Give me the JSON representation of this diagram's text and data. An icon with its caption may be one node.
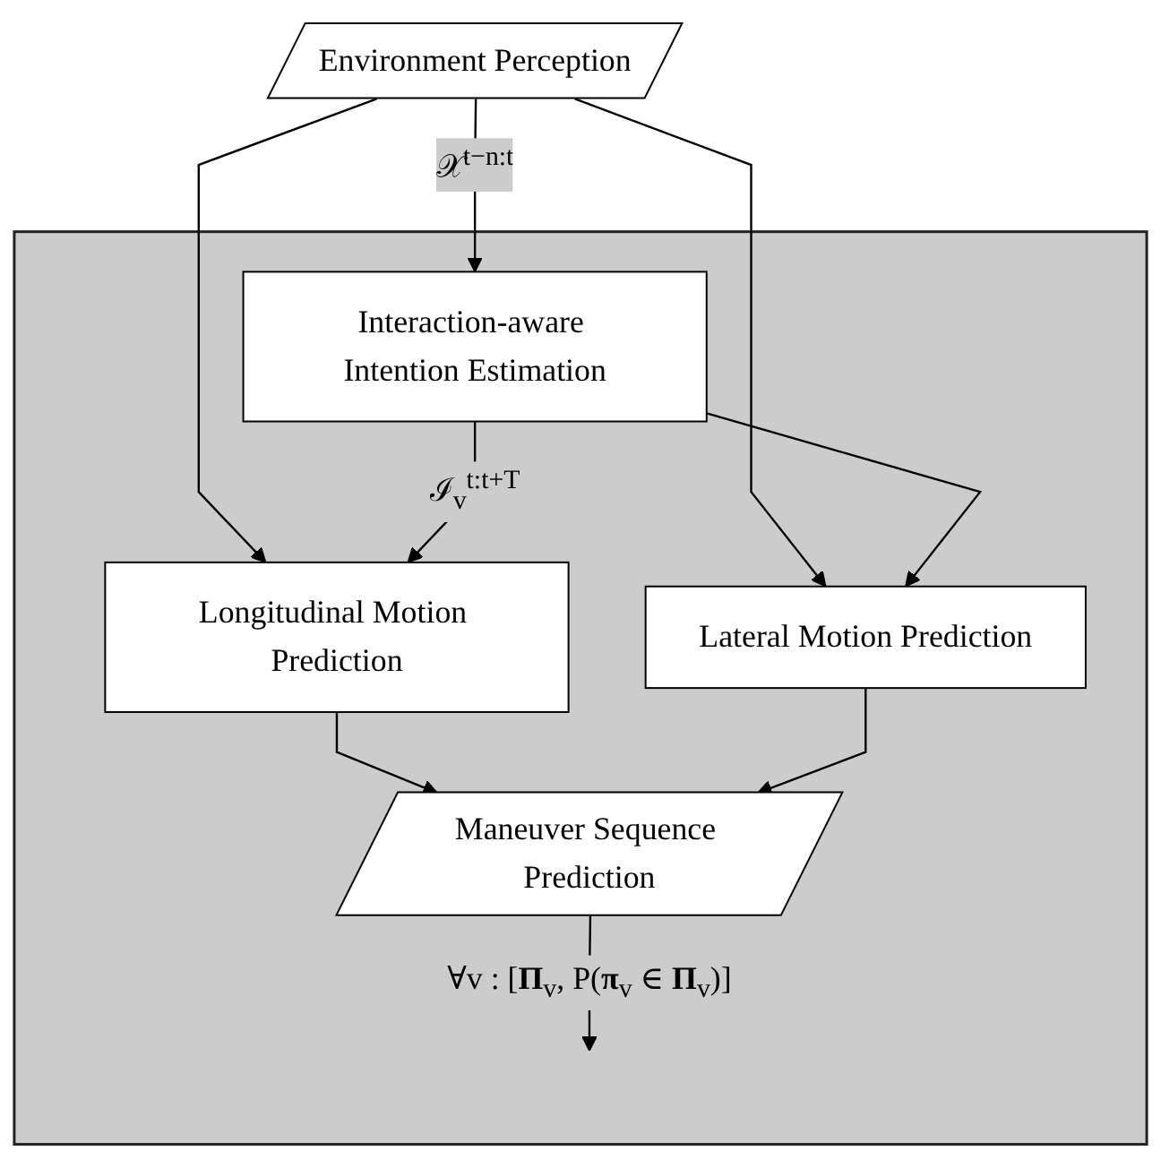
{
  "diagram": {
    "nodes": [
      {
        "text": [
          "Environment Perception"
        ]
      },
      {
        "text": [],
        "shape": "box"
      },
      {
        "text": [
          "Interaction-aware Intention Estimation"
        ],
        "in": 1
      },
      {
        "text": [
          "Longitudinal Motion Prediction"
        ],
        "in": 1
      },
      {
        "text": [
          "Lateral Motion Prediction"
        ],
        "in": 1
      },
      {
        "text": [
          "Maneuver Sequence Prediction"
        ],
        "in": 1
      }
    ],
    "edges": [
      {
        "from": 0,
        "to": 2,
        "arrow": "to",
        "label": "𝒳$^{t−n:t}$"
      },
      {
        "from": 0,
        "to": 3,
        "arrow": "to"
      },
      {
        "from": 0,
        "to": 4,
        "arrow": "to"
      },
      {
        "from": 2,
        "to": 3,
        "arrow": "to",
        "label": "ℐ$_{v}$$^{t:t+T}$"
      },
      {
        "from": 2,
        "to": 4,
        "arrow": "to"
      },
      {
        "from": 3,
        "to": 5,
        "arrow": "to"
      },
      {
        "from": 4,
        "to": 5,
        "arrow": "to"
      },
      {
        "from": 5,
        "to": null,
        "arrow": "to",
        "label": "∀v : [**Π**$_{v}$, P(**π**$_{v}$ ∈ **Π**$_{v}$)]"
      }
    ]
  }
}
